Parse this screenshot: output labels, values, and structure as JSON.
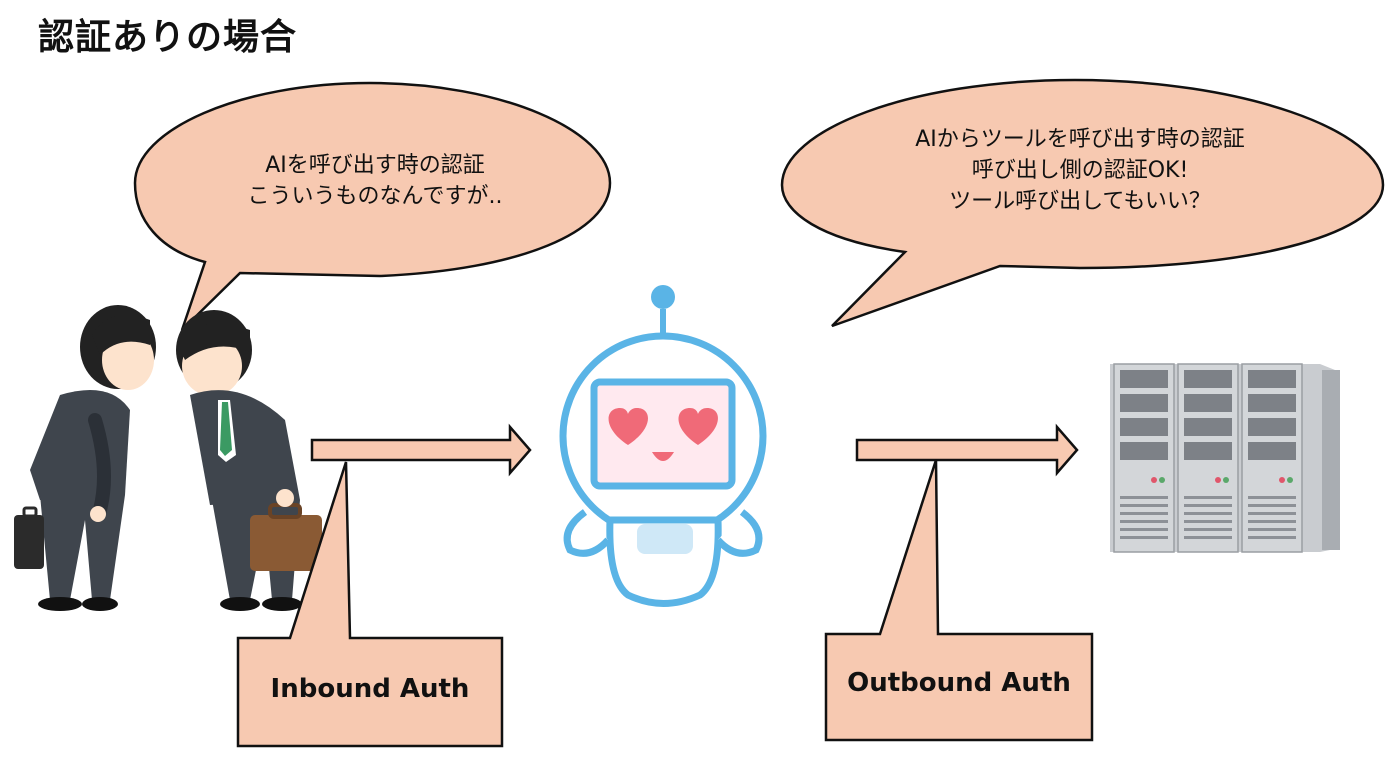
{
  "title": "認証ありの場合",
  "bubbles": {
    "left": {
      "lines": [
        "AIを呼び出す時の認証",
        "こういうものなんですが.."
      ]
    },
    "right": {
      "lines": [
        "AIからツールを呼び出す時の認証",
        "呼び出し側の認証OK!",
        "ツール呼び出してもいい？"
      ]
    }
  },
  "callouts": {
    "inbound": "Inbound Auth",
    "outbound": "Outbound Auth"
  },
  "colors": {
    "bubble_fill": "#f7c9b1",
    "stroke": "#111111",
    "robot_blue": "#5ab4e6",
    "robot_face": "#ffe9ef",
    "heart": "#f06a78",
    "suit": "#3f454d",
    "server": "#c9ccd0"
  },
  "icons": [
    "businessmen-bowing-illustration",
    "robot-ai-illustration",
    "server-rack-illustration",
    "right-arrow-icon"
  ]
}
